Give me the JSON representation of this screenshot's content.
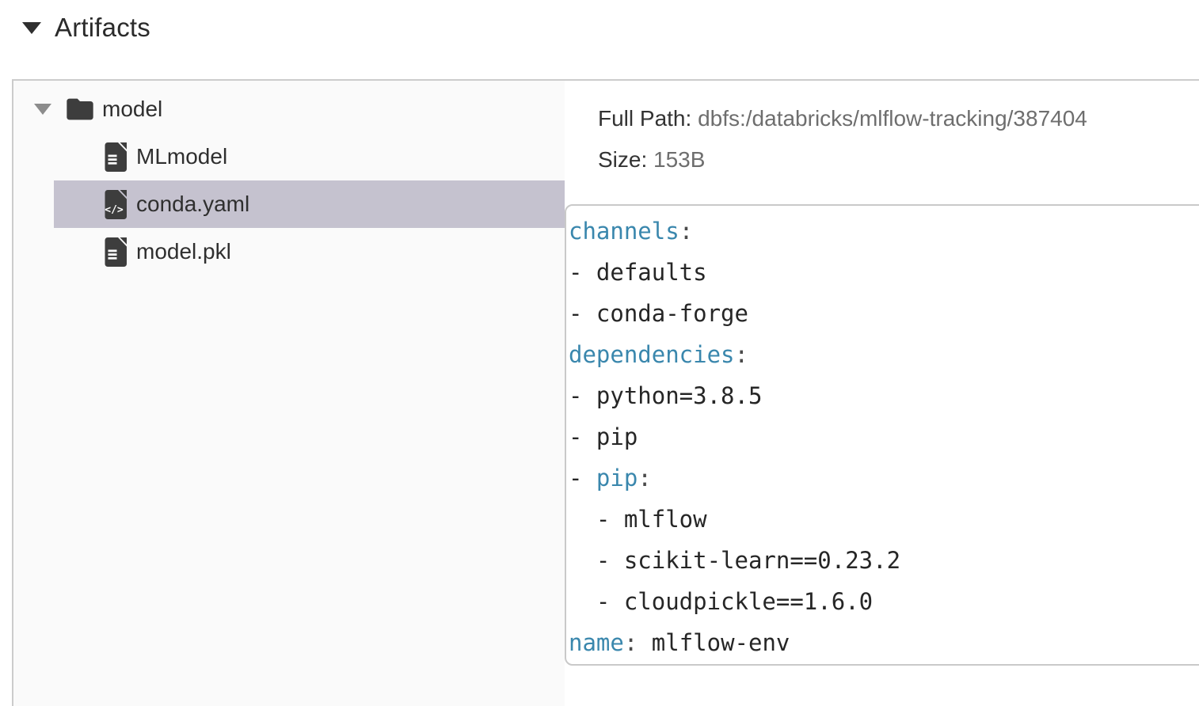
{
  "header": {
    "title": "Artifacts",
    "caret_icon": "caret-down-icon"
  },
  "file_tree": {
    "folder": {
      "name": "model",
      "expanded": true,
      "icon": "folder-icon",
      "caret_icon": "caret-down-icon"
    },
    "files": [
      {
        "name": "MLmodel",
        "icon": "file-document-icon",
        "selected": false
      },
      {
        "name": "conda.yaml",
        "icon": "file-code-icon",
        "selected": true
      },
      {
        "name": "model.pkl",
        "icon": "file-document-icon",
        "selected": false
      }
    ]
  },
  "details": {
    "full_path_label": "Full Path:",
    "full_path_value": "dbfs:/databricks/mlflow-tracking/387404",
    "size_label": "Size:",
    "size_value": "153B"
  },
  "code_viewer": {
    "language": "yaml",
    "lines": [
      {
        "tokens": [
          {
            "type": "key",
            "text": "channels"
          },
          {
            "type": "punct",
            "text": ":"
          }
        ]
      },
      {
        "tokens": [
          {
            "type": "plain",
            "text": "- defaults"
          }
        ]
      },
      {
        "tokens": [
          {
            "type": "plain",
            "text": "- conda-forge"
          }
        ]
      },
      {
        "tokens": [
          {
            "type": "key",
            "text": "dependencies"
          },
          {
            "type": "punct",
            "text": ":"
          }
        ]
      },
      {
        "tokens": [
          {
            "type": "plain",
            "text": "- python=3.8.5"
          }
        ]
      },
      {
        "tokens": [
          {
            "type": "plain",
            "text": "- pip"
          }
        ]
      },
      {
        "tokens": [
          {
            "type": "plain",
            "text": "- "
          },
          {
            "type": "key",
            "text": "pip"
          },
          {
            "type": "punct",
            "text": ":"
          }
        ]
      },
      {
        "tokens": [
          {
            "type": "plain",
            "text": "  - mlflow"
          }
        ]
      },
      {
        "tokens": [
          {
            "type": "plain",
            "text": "  - scikit-learn==0.23.2"
          }
        ]
      },
      {
        "tokens": [
          {
            "type": "plain",
            "text": "  - cloudpickle==1.6.0"
          }
        ]
      },
      {
        "tokens": [
          {
            "type": "key",
            "text": "name"
          },
          {
            "type": "punct",
            "text": ":"
          },
          {
            "type": "plain",
            "text": " mlflow-env"
          }
        ]
      }
    ]
  },
  "colors": {
    "yaml_key": "#3a87ad",
    "selected_row_bg": "#c5c2cf",
    "tree_pane_bg": "#fafafa",
    "panel_border": "#cccccc",
    "icon_fill": "#3d3d3d"
  }
}
